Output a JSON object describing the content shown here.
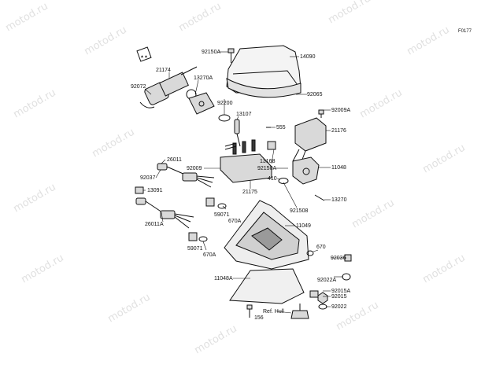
{
  "diagram_code": "F0177",
  "watermark_text": "motod.ru",
  "labels": {
    "p92150A_a": "92150A",
    "p14090": "14090",
    "p21174": "21174",
    "p13270A": "13270A",
    "p92072": "92072",
    "p92200": "92200",
    "p92065": "92065",
    "p92009A": "92009A",
    "p13107": "13107",
    "p555": "555",
    "p21176": "21176",
    "p26011": "26011",
    "p92009": "92009",
    "p92037": "92037",
    "p13168": "13168",
    "p92150A_b": "92150A",
    "p410": "410",
    "p11048": "11048",
    "p13091": "13091",
    "p21175": "21175",
    "p13270": "13270",
    "p921508": "921508",
    "p59071_a": "59071",
    "p670A_a": "670A",
    "p26011A": "26011A",
    "p11049": "11049",
    "p59071_b": "59071",
    "p670A_b": "670A",
    "p670": "670",
    "p92036": "92036",
    "p11048A": "11048A",
    "p92022A": "92022A",
    "p92015A": "92015A",
    "p92015": "92015",
    "p92022": "92022",
    "pRefHull": "Ref. Hull",
    "p156": "156"
  }
}
